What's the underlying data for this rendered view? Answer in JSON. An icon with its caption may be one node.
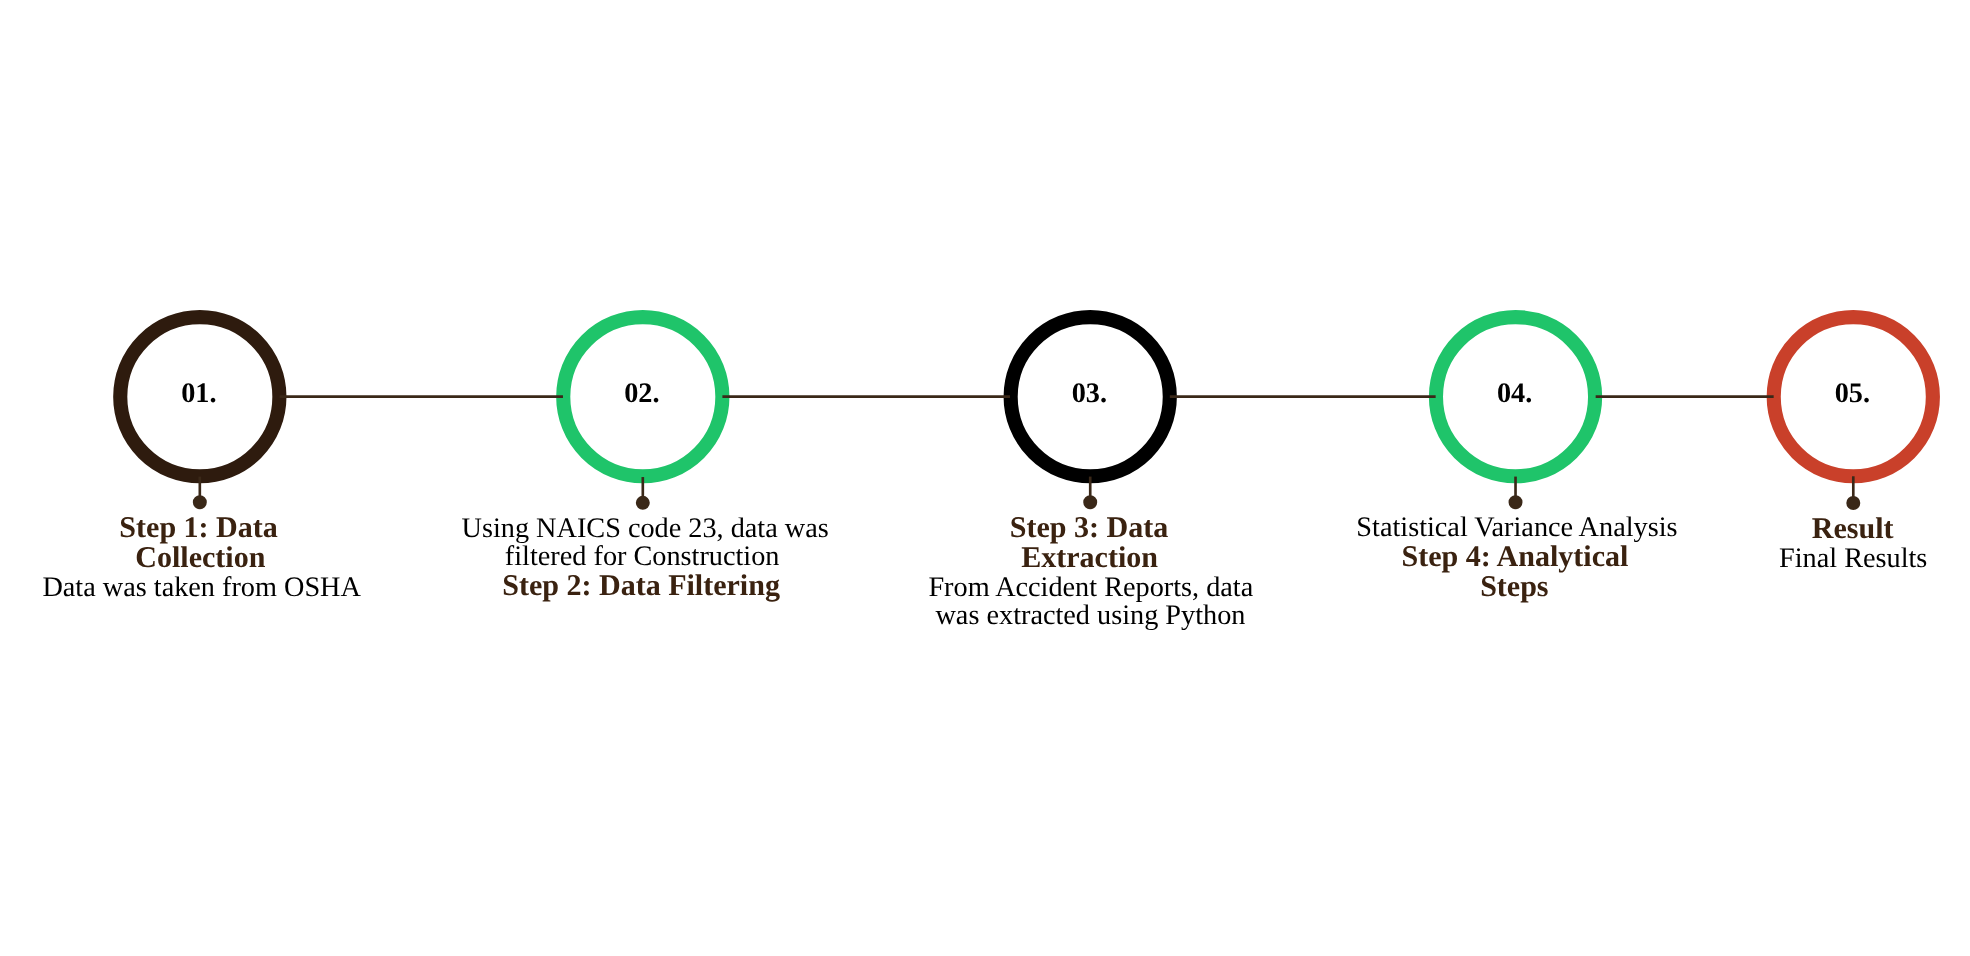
{
  "diagram": {
    "nodes": [
      {
        "text": [
          "01."
        ]
      },
      {
        "text": [
          "02."
        ]
      },
      {
        "text": [
          "03."
        ]
      },
      {
        "text": [
          "04."
        ]
      },
      {
        "text": [
          "05."
        ]
      },
      {
        "text": [
          "Step 1: Data Collection",
          "Data was taken from OSHA"
        ]
      },
      {
        "text": [
          "Using NAICS code 23, data was filtered for Construction",
          "Step 2: Data Filtering"
        ]
      },
      {
        "text": [
          "Step 3: Data Extraction",
          "From Accident Reports, data was extracted using Python"
        ]
      },
      {
        "text": [
          "Statistical Variance Analysis",
          "Step 4: Analytical Steps"
        ]
      },
      {
        "text": [
          "Result",
          "Final Results"
        ]
      }
    ],
    "edges": [
      {
        "from": 0,
        "to": 1,
        "arrow": "none"
      },
      {
        "from": 1,
        "to": 2,
        "arrow": "none"
      },
      {
        "from": 2,
        "to": 3,
        "arrow": "none"
      },
      {
        "from": 3,
        "to": 4,
        "arrow": "none"
      },
      {
        "from": 0,
        "to": 5,
        "arrow": "other"
      },
      {
        "from": 1,
        "to": 6,
        "arrow": "other"
      },
      {
        "from": 2,
        "to": 7,
        "arrow": "other"
      },
      {
        "from": 3,
        "to": 8,
        "arrow": "other"
      },
      {
        "from": 4,
        "to": 9,
        "arrow": "other"
      }
    ]
  }
}
